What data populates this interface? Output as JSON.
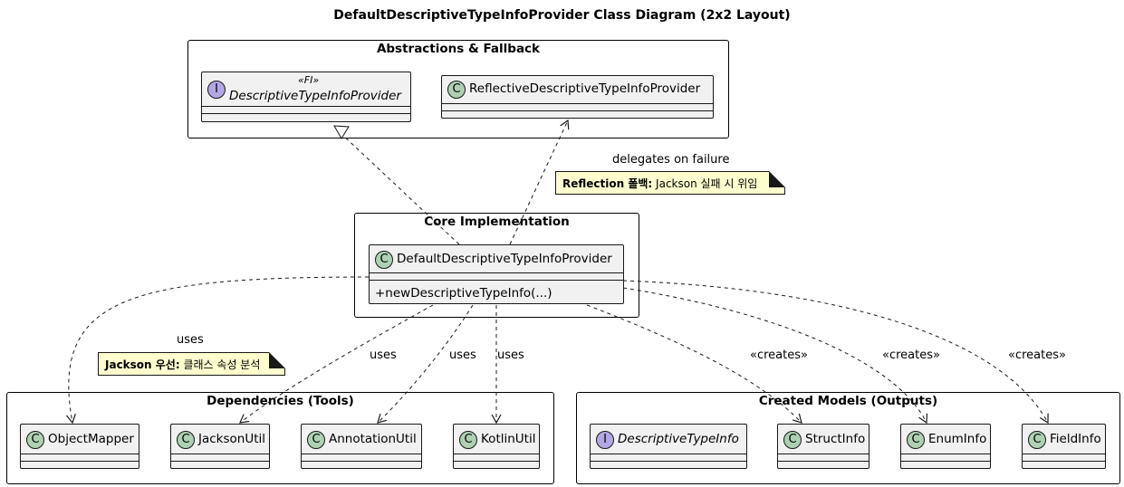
{
  "title": "DefaultDescriptiveTypeInfoProvider Class Diagram (2x2 Layout)",
  "packages": {
    "abstractions": "Abstractions & Fallback",
    "core": "Core Implementation",
    "dependencies": "Dependencies (Tools)",
    "models": "Created Models (Outputs)"
  },
  "classes": {
    "descriptive_provider": {
      "kind": "I",
      "stereotype": "«FI»",
      "name": "DescriptiveTypeInfoProvider"
    },
    "reflective_provider": {
      "kind": "C",
      "name": "ReflectiveDescriptiveTypeInfoProvider"
    },
    "default_provider": {
      "kind": "C",
      "name": "DefaultDescriptiveTypeInfoProvider",
      "method": "+newDescriptiveTypeInfo(...)"
    },
    "object_mapper": {
      "kind": "C",
      "name": "ObjectMapper"
    },
    "jackson_util": {
      "kind": "C",
      "name": "JacksonUtil"
    },
    "annotation_util": {
      "kind": "C",
      "name": "AnnotationUtil"
    },
    "kotlin_util": {
      "kind": "C",
      "name": "KotlinUtil"
    },
    "descriptive_type_info": {
      "kind": "I",
      "name": "DescriptiveTypeInfo"
    },
    "struct_info": {
      "kind": "C",
      "name": "StructInfo"
    },
    "enum_info": {
      "kind": "C",
      "name": "EnumInfo"
    },
    "field_info": {
      "kind": "C",
      "name": "FieldInfo"
    }
  },
  "edge_labels": {
    "delegates": "delegates on failure",
    "uses_object_mapper": "uses",
    "uses_jackson": "uses",
    "uses_annotation": "uses",
    "uses_kotlin": "uses",
    "creates_struct": "«creates»",
    "creates_enum": "«creates»",
    "creates_field": "«creates»"
  },
  "notes": {
    "reflection": {
      "bold": "Reflection 폴백:",
      "text": " Jackson 실패 시 위임"
    },
    "jackson": {
      "bold": "Jackson 우선:",
      "text": " 클래스 속성 분석"
    }
  },
  "colors": {
    "class_fill": "#f1f1f1",
    "class_badge": "#add1b2",
    "interface_badge": "#b4a7e5",
    "note_fill": "#fefece"
  }
}
